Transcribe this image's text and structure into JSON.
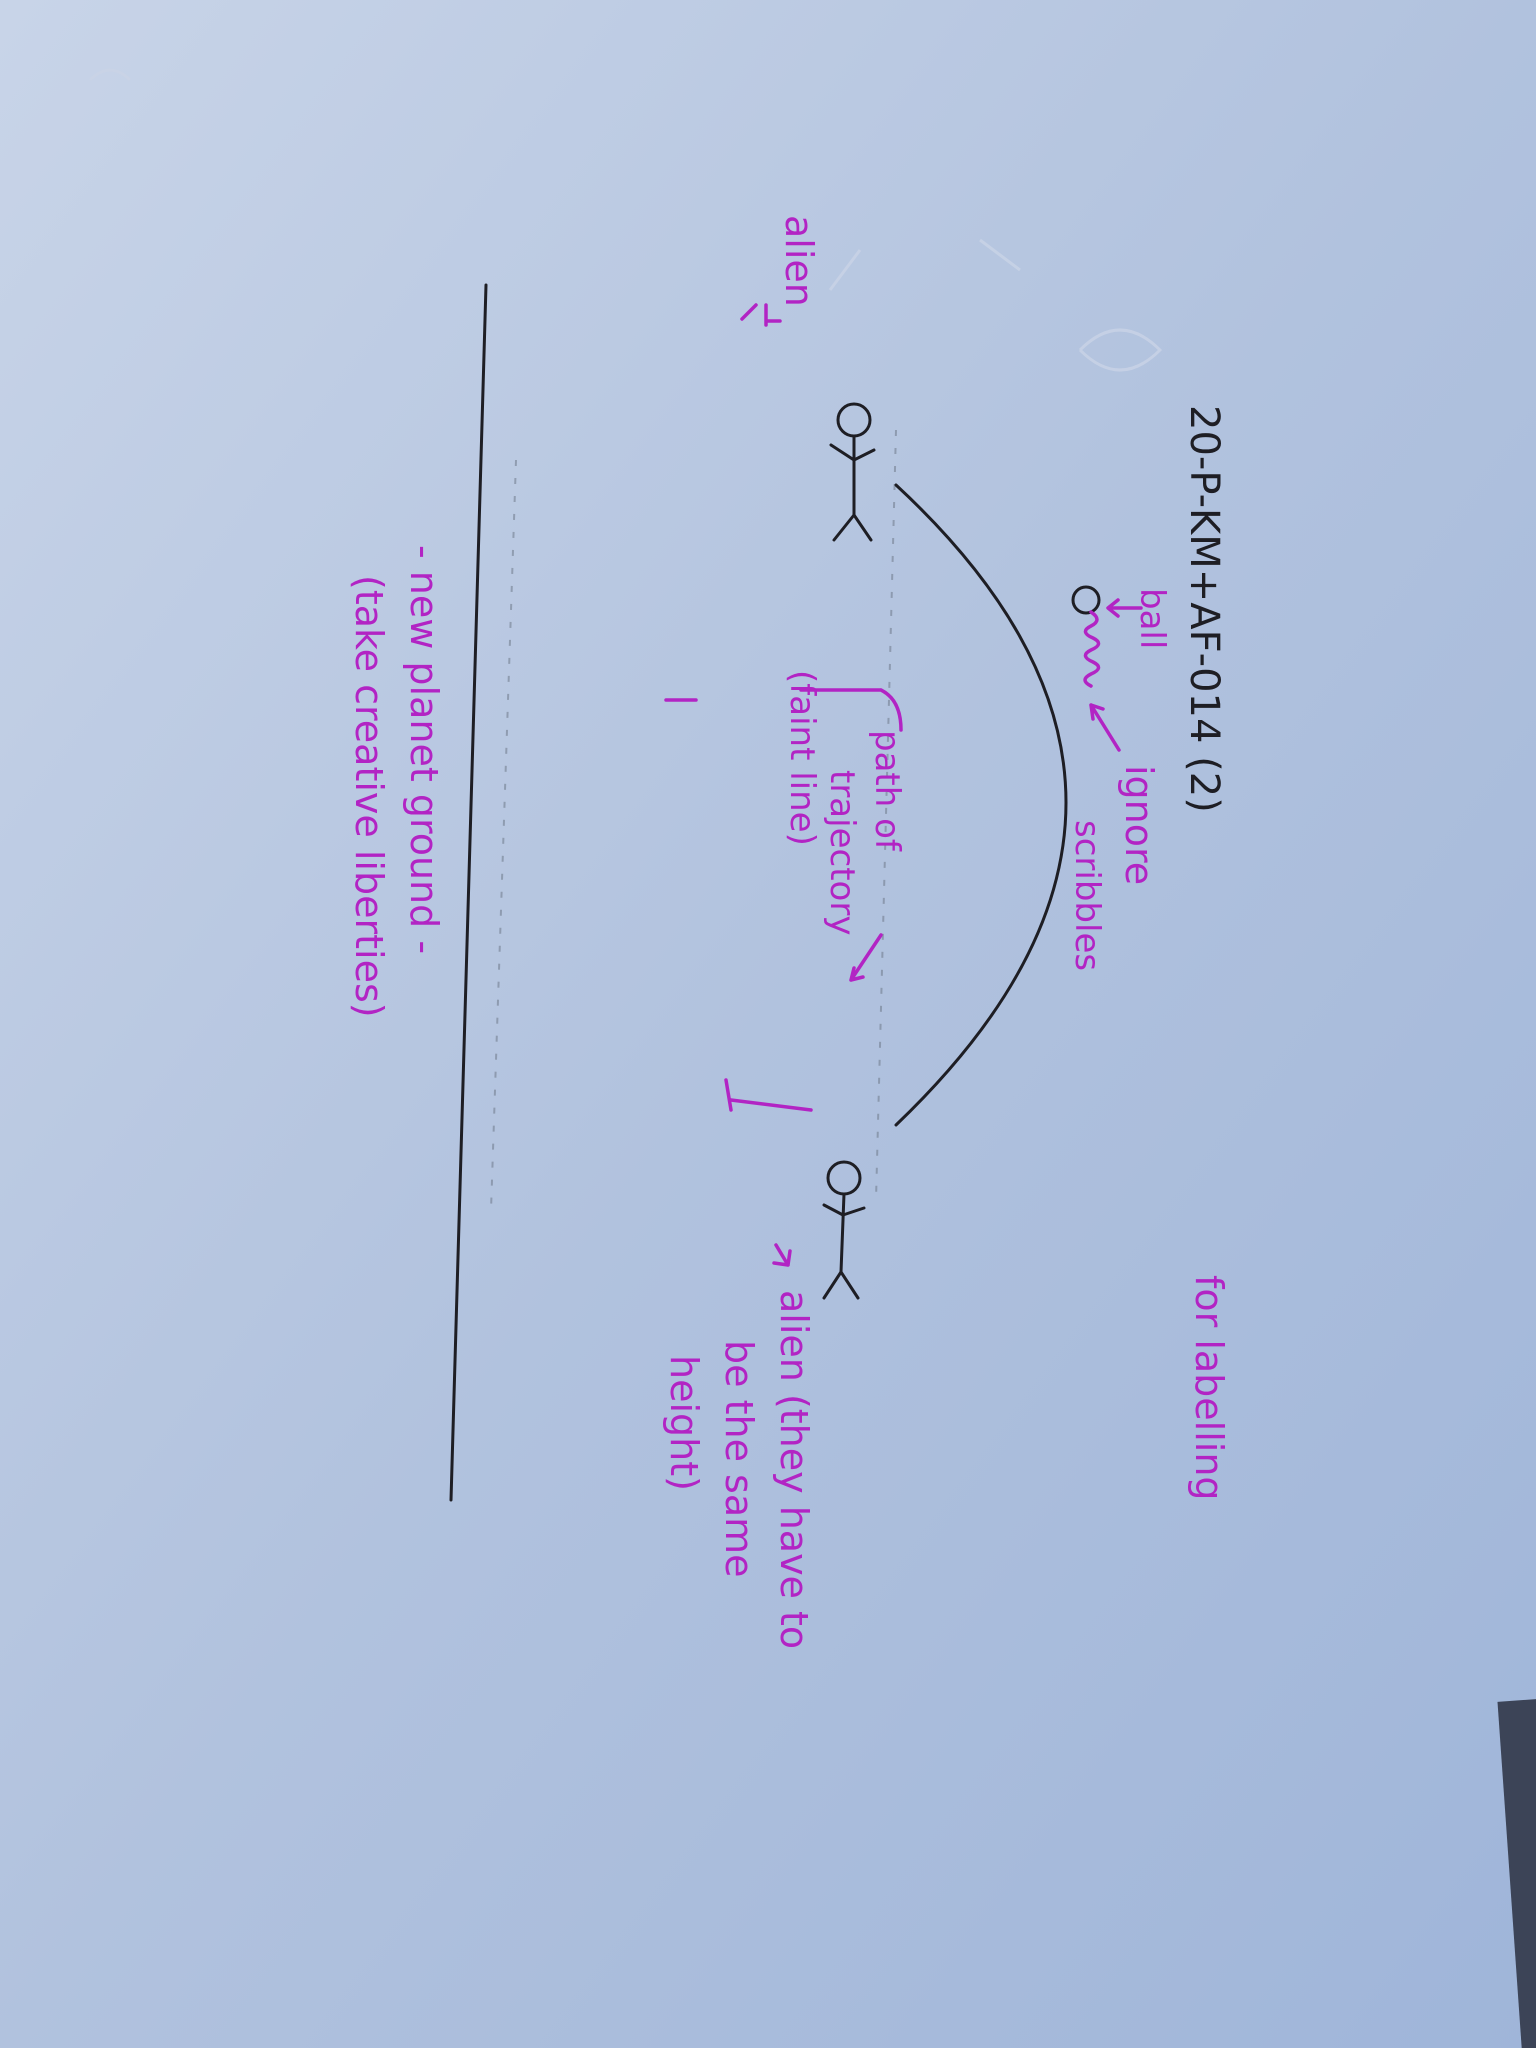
{
  "sheet": {
    "title": "20-P-KM+AF-014 (2)",
    "note_labelling": "for labelling",
    "label_ball": "ball",
    "label_ignore": "ignore",
    "label_scribbles": "scribbles",
    "label_path_1": "path of",
    "label_path_2": "trajectory",
    "label_path_3": "(faint line)",
    "label_alien_left": "alien",
    "label_alien_right_1": "alien (they have to",
    "label_alien_right_2": "be the same",
    "label_alien_right_3": "height)",
    "label_ground_1": "- new planet ground -",
    "label_ground_2": "(take creative liberties)"
  },
  "colors": {
    "paper": "#aebfdc",
    "pencil_ink": "#1e1e24",
    "marker_magenta": "#b224c4"
  }
}
